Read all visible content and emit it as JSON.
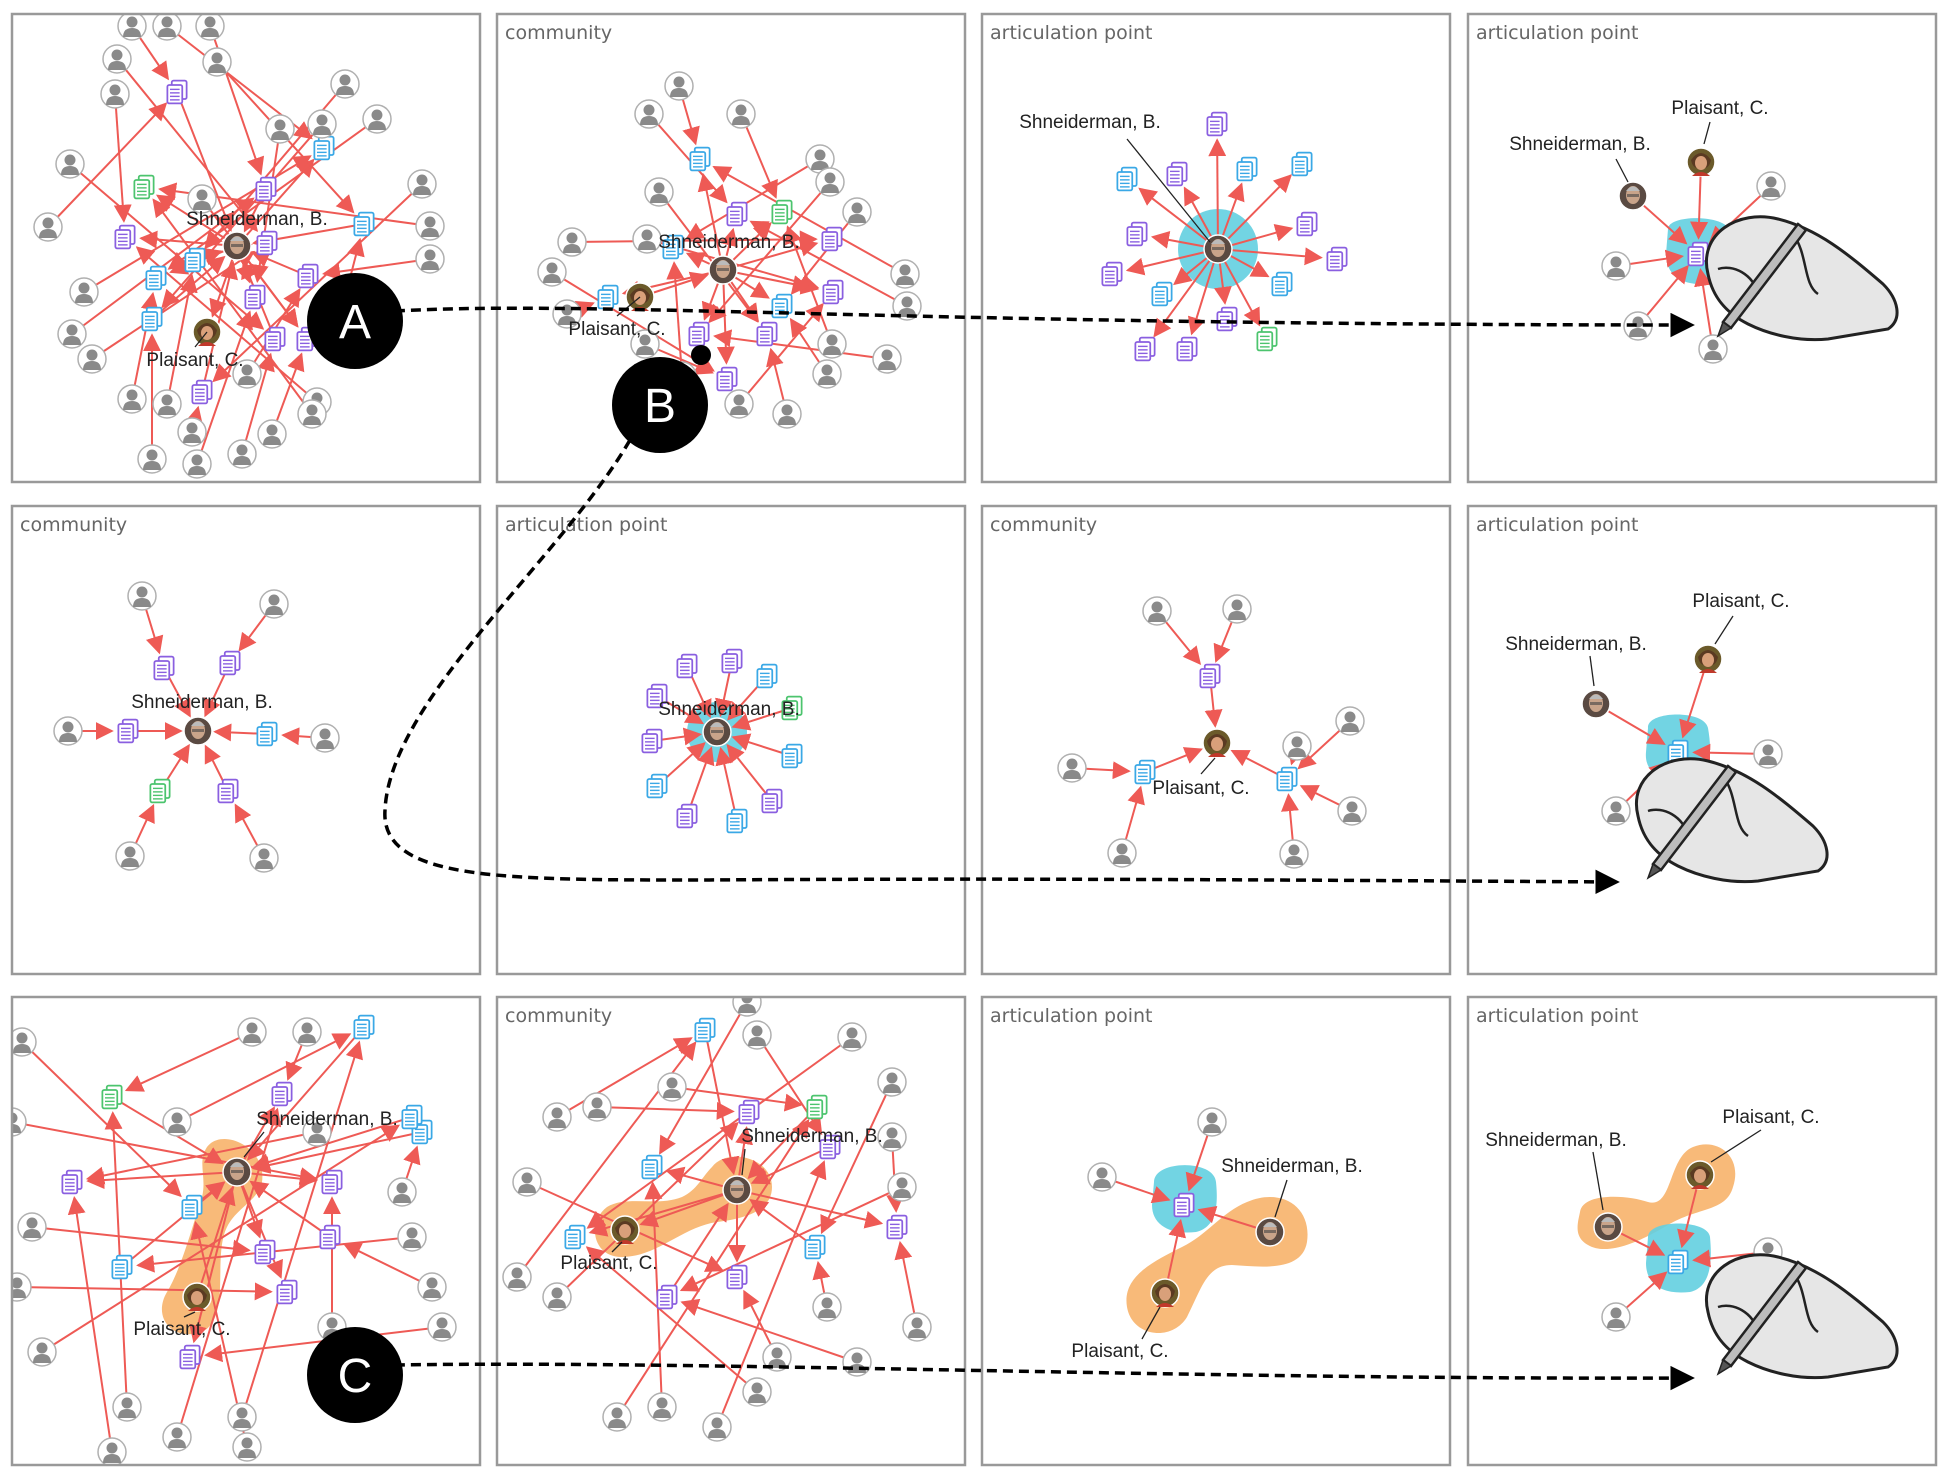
{
  "labels": {
    "shneiderman": "Shneiderman, B.",
    "plaisant": "Plaisant, C."
  },
  "colors": {
    "edge": "#ee5a55",
    "doc_purple": "#8a5fe0",
    "doc_blue": "#3aa8e6",
    "doc_green": "#4cc46e",
    "person_gray": "#8a8a8a",
    "highlight_cyan": "#63cfe0",
    "highlight_orange": "#f7b36a",
    "panel_border": "#999999",
    "marker": "#000000"
  },
  "icons": [
    "person-icon",
    "document-icon",
    "photo-avatar-icon",
    "hand-stylus-icon"
  ],
  "panels": [
    {
      "row": 0,
      "col": 0,
      "title": ""
    },
    {
      "row": 0,
      "col": 1,
      "title": "community"
    },
    {
      "row": 0,
      "col": 2,
      "title": "articulation point"
    },
    {
      "row": 0,
      "col": 3,
      "title": "articulation point"
    },
    {
      "row": 1,
      "col": 0,
      "title": "community"
    },
    {
      "row": 1,
      "col": 1,
      "title": "articulation point"
    },
    {
      "row": 1,
      "col": 2,
      "title": "community"
    },
    {
      "row": 1,
      "col": 3,
      "title": "articulation point"
    },
    {
      "row": 2,
      "col": 0,
      "title": ""
    },
    {
      "row": 2,
      "col": 1,
      "title": "community"
    },
    {
      "row": 2,
      "col": 2,
      "title": "articulation point"
    },
    {
      "row": 2,
      "col": 3,
      "title": "articulation point"
    }
  ],
  "markers": [
    "A",
    "B",
    "C"
  ]
}
